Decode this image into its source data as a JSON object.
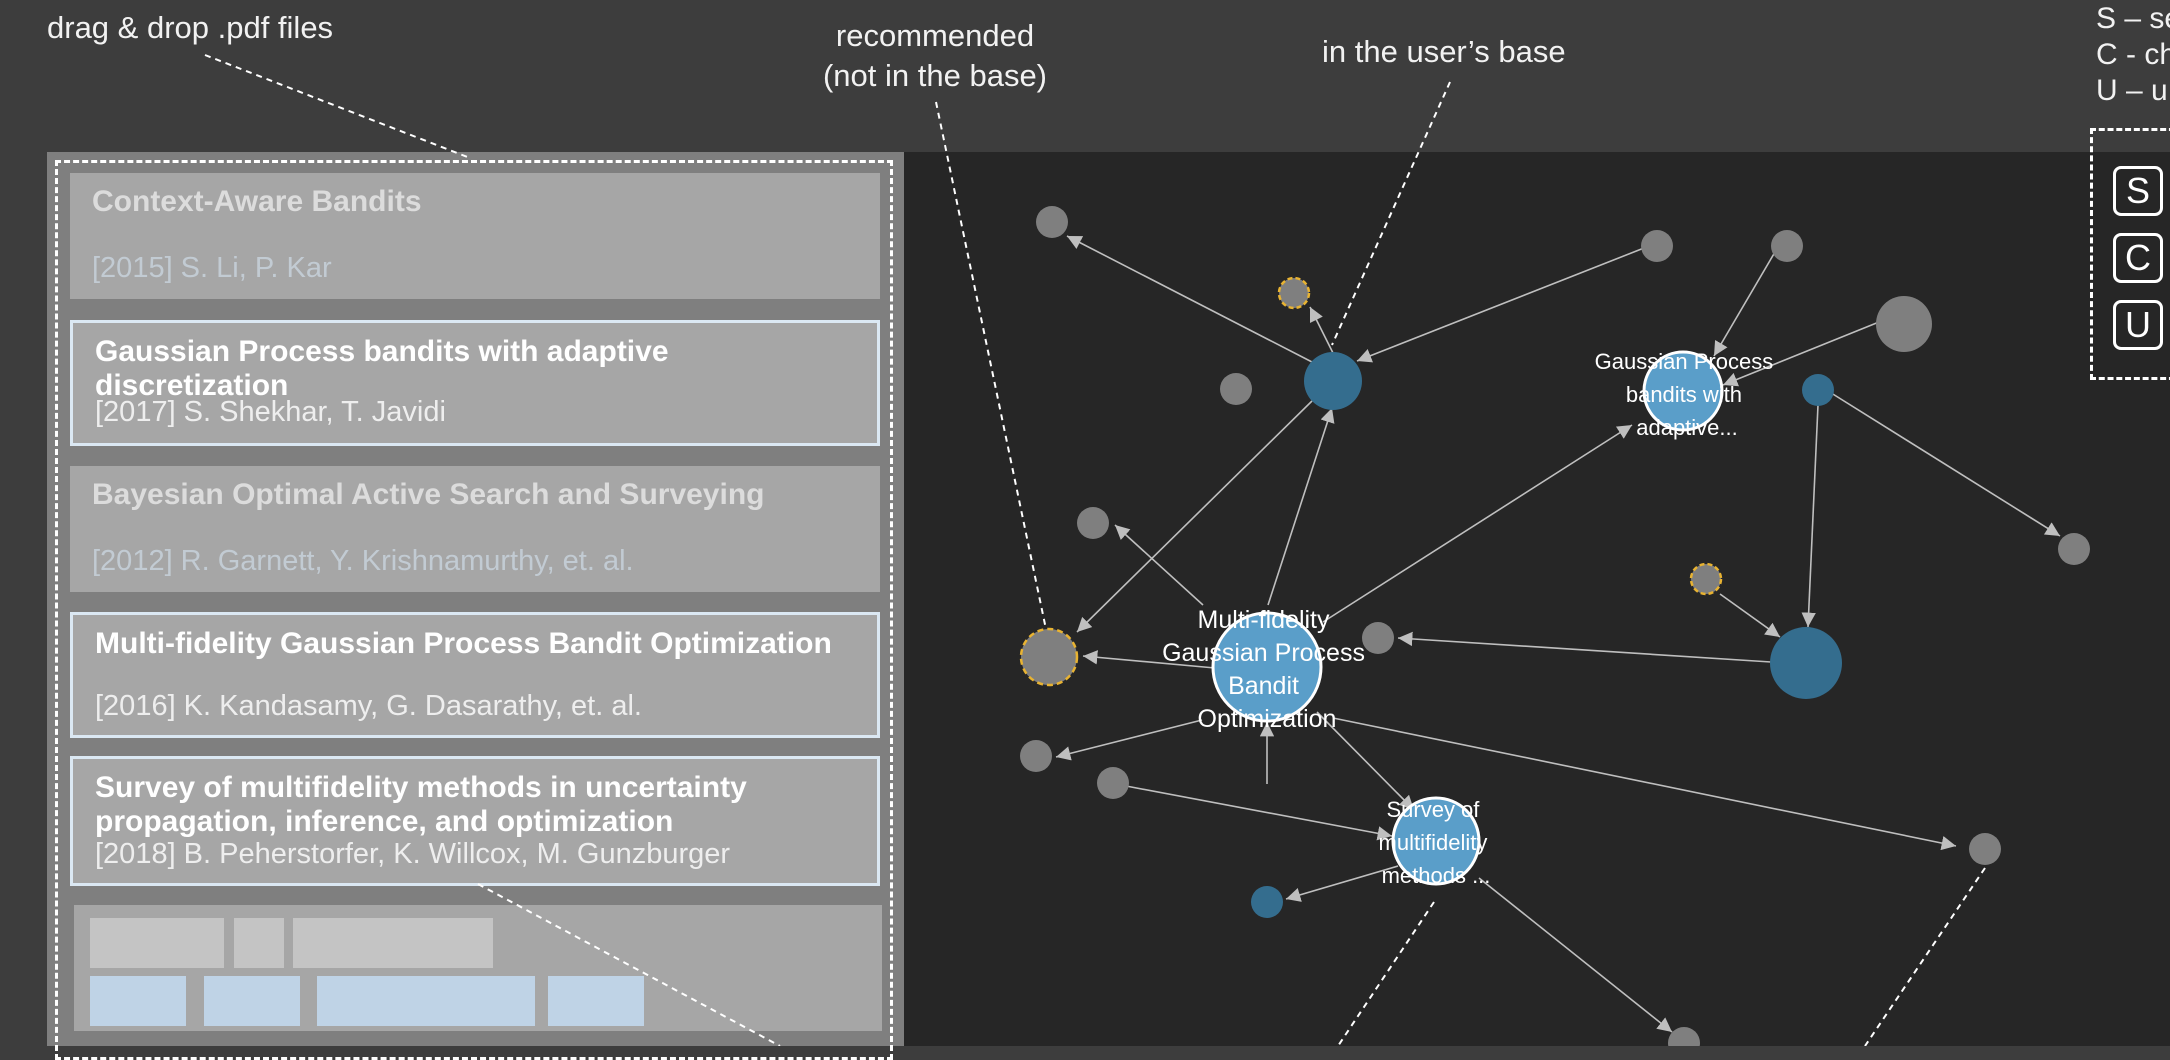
{
  "annotations": {
    "drag_drop": "drag & drop .pdf files",
    "recommended_line1": "recommended",
    "recommended_line2": "(not in the base)",
    "in_base": "in the user’s base"
  },
  "legend": {
    "lines": [
      "S – se",
      "C - ch",
      "U – u"
    ],
    "buttons": [
      "S",
      "C",
      "U"
    ]
  },
  "papers": [
    {
      "title": "Context-Aware Bandits",
      "meta": "[2015] S. Li, P. Kar",
      "in_base": false
    },
    {
      "title": "Gaussian Process bandits with adaptive discretization",
      "meta": "[2017] S. Shekhar, T. Javidi",
      "in_base": true
    },
    {
      "title": "Bayesian Optimal Active Search and Surveying",
      "meta": "[2012] R. Garnett, Y. Krishnamurthy, et. al.",
      "in_base": false
    },
    {
      "title": "Multi-fidelity Gaussian Process Bandit Optimization",
      "meta": "[2016] K. Kandasamy, G. Dasarathy, et. al.",
      "in_base": true
    },
    {
      "title": "Survey of multifidelity methods in uncertainty propagation, inference, and optimization",
      "meta": "[2018] B. Peherstorfer, K. Willcox, M. Gunzburger",
      "in_base": true
    }
  ],
  "graph": {
    "labels": {
      "gp_bandits": [
        "Gaussian Process",
        "bandits with",
        "adaptive..."
      ],
      "multi_fidelity": [
        "Multi-fidelity",
        "Gaussian Process",
        "Bandit",
        "Optimization"
      ],
      "survey": [
        "Survey of",
        "multifidelity",
        "methods ..."
      ]
    },
    "colors": {
      "paper_node": "#5a9ec9",
      "base_node": "#346d8e",
      "other_node": "#7f7f7f",
      "recommended_outline": "#e8b332",
      "edge": "#bfbfbf",
      "graph_background": "#262626",
      "panel_background": "#7f7f7f",
      "card_background": "#a6a6a6"
    }
  }
}
